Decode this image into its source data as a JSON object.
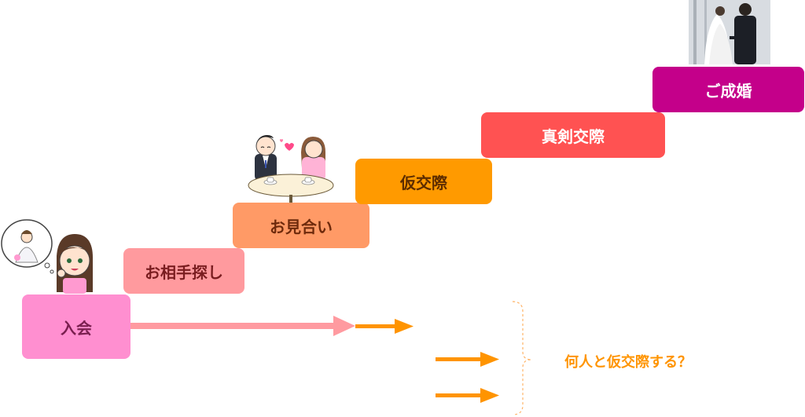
{
  "steps": [
    {
      "id": "join",
      "label": "入会"
    },
    {
      "id": "search",
      "label": "お相手探し"
    },
    {
      "id": "meet",
      "label": "お見合い"
    },
    {
      "id": "provisional",
      "label": "仮交際"
    },
    {
      "id": "serious",
      "label": "真剣交際"
    },
    {
      "id": "marriage",
      "label": "ご成婚"
    }
  ],
  "question": "何人と仮交際する？",
  "colors": {
    "join_bg": "#ff8fd0",
    "join_text": "#7a1f4f",
    "search_bg": "#ff9a9e",
    "search_text": "#7a1d20",
    "meet_bg": "#ff9a66",
    "meet_text": "#6e2a0c",
    "provisional_bg": "#ff9a00",
    "provisional_text": "#5c2c00",
    "serious_bg": "#ff5252",
    "serious_text": "#ffffff",
    "marriage_bg": "#c4008a",
    "marriage_text": "#ffffff",
    "long_arrow": "#ff9aa0",
    "short_arrow": "#ff9400",
    "question_text": "#ff9400",
    "bracket": "#ffb366"
  },
  "icons": {
    "bride_thinking": "girl-dreaming-of-wedding-illustration",
    "couple_meeting": "couple-at-table-illustration",
    "wedding_photo": "bride-and-groom-photo"
  }
}
